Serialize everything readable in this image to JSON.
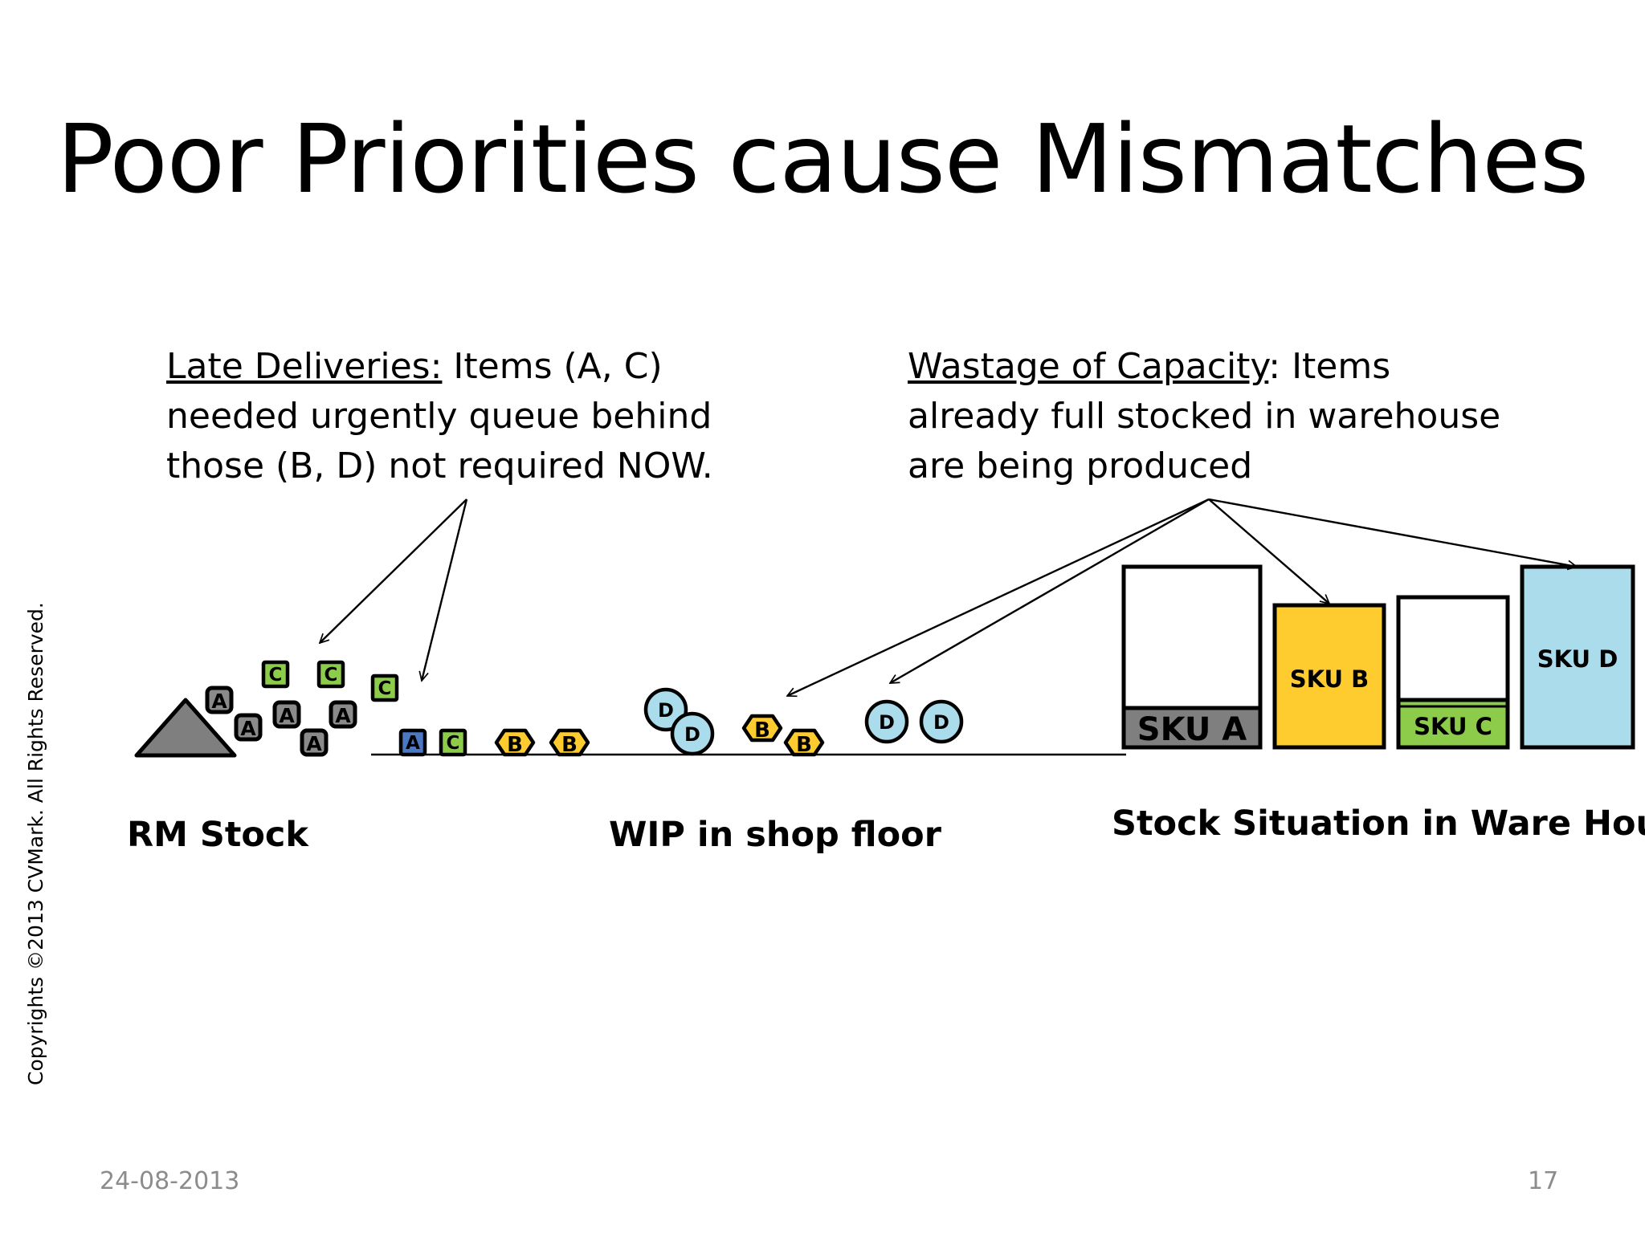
{
  "title": "Poor Priorities cause Mismatches",
  "late_note": {
    "heading": "Late Deliveries:",
    "body": " Items (A, C) needed urgently  queue behind those  (B, D) not required NOW."
  },
  "waste_note": {
    "heading": "Wastage of Capacity",
    "body": ": Items already full stocked in warehouse are being produced"
  },
  "labels": {
    "rm_stock": "RM Stock",
    "wip": "WIP in shop floor",
    "warehouse": "Stock Situation in Ware House"
  },
  "items": {
    "a": "A",
    "b": "B",
    "c": "C",
    "d": "D"
  },
  "skus": {
    "a": "SKU A",
    "b": "SKU B",
    "c": "SKU C",
    "d": "SKU D"
  },
  "stock_levels": {
    "sku_a": 0.2,
    "sku_b": 1.0,
    "sku_c": 0.37,
    "sku_d": 1.0
  },
  "colors": {
    "item_a_rm": "#8a8a8a",
    "item_a_wip": "#4a78c2",
    "item_b": "#fecc2f",
    "item_c": "#8ccc4a",
    "item_d": "#abdcec",
    "stock_a": "#7f7f7f",
    "stock_b": "#fecc2f",
    "stock_c": "#8ccc4a",
    "stock_d": "#abdcec"
  },
  "footer": {
    "date": "24-08-2013",
    "page": "17",
    "copyright": "Copyrights  ©2013 CVMark. All Rights Reserved."
  }
}
